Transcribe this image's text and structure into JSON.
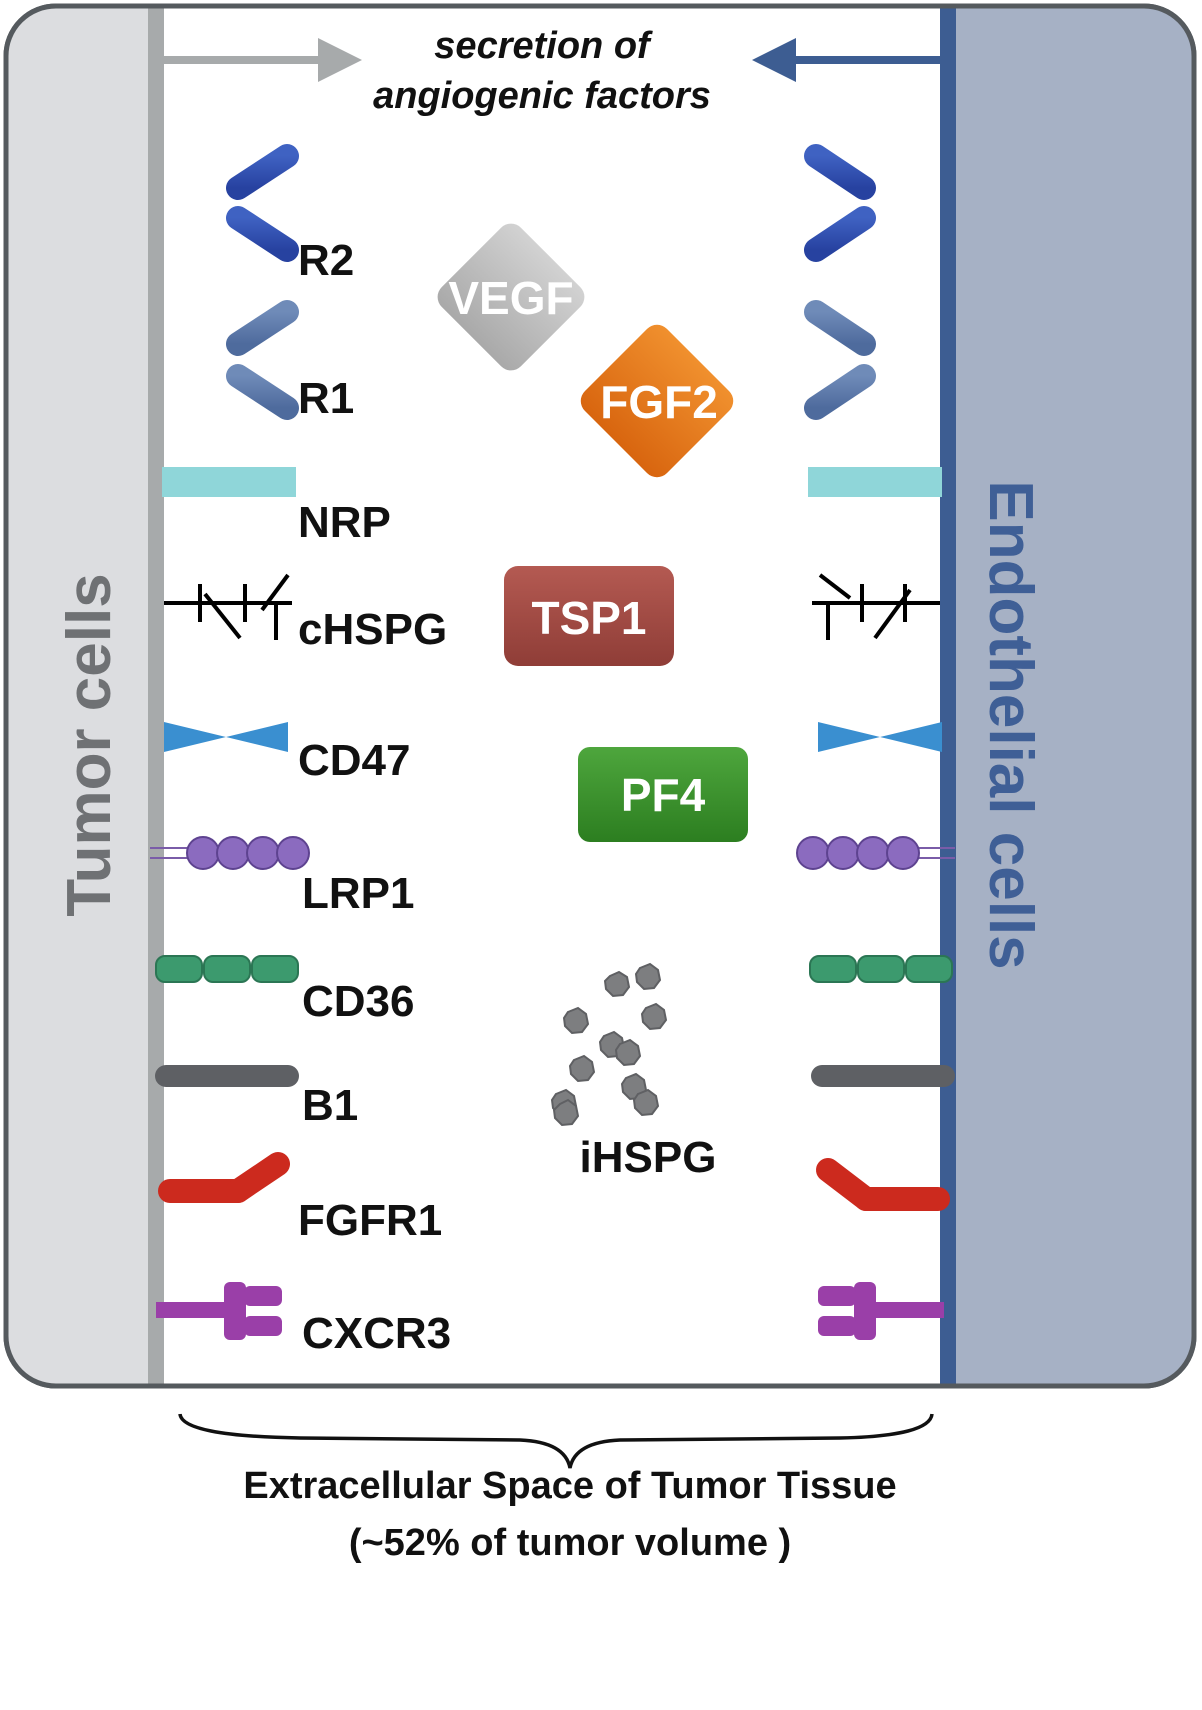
{
  "header": {
    "line1": "secretion of",
    "line2": "angiogenic factors"
  },
  "sides": {
    "left": "Tumor cells",
    "right": "Endothelial cells"
  },
  "receptors": {
    "r2": "R2",
    "r1": "R1",
    "nrp": "NRP",
    "chspg": "cHSPG",
    "cd47": "CD47",
    "lrp1": "LRP1",
    "cd36": "CD36",
    "b1": "B1",
    "fgfr1": "FGFR1",
    "cxcr3": "CXCR3"
  },
  "ligands": {
    "vegf": "VEGF",
    "fgf2": "FGF2",
    "tsp1": "TSP1",
    "pf4": "PF4",
    "ihspg": "iHSPG"
  },
  "footer": {
    "line1": "Extracellular Space of Tumor Tissue",
    "line2": "(~52% of tumor volume )"
  },
  "colors": {
    "tumor_panel": "#dcdde0",
    "tumor_membrane": "#a7aaab",
    "endo_panel": "#a6b1c5",
    "endo_membrane": "#3d5d92",
    "vegf": "#b9b9b9",
    "fgf2": "#e2751c",
    "tsp1": "#a04a44",
    "pf4": "#3a8f2c",
    "ihspg": "#7d7e80"
  }
}
